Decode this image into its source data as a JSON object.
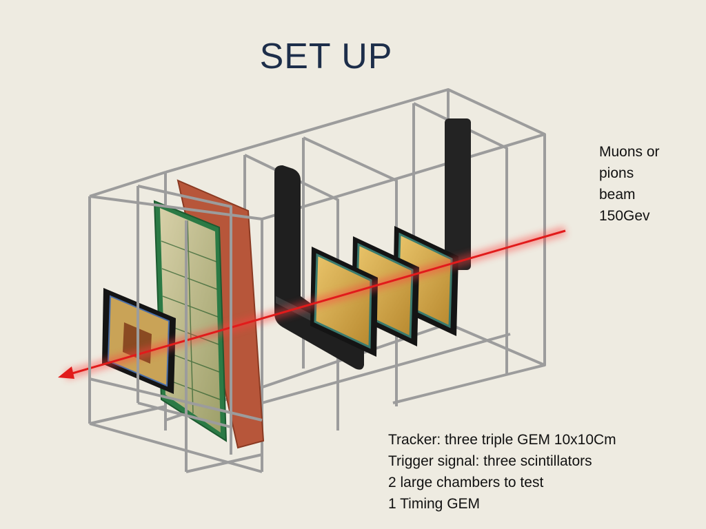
{
  "slide": {
    "title": "SET UP",
    "beam_label": [
      "Muons or",
      "pions",
      "beam",
      "150Gev"
    ],
    "description": [
      "Tracker: three triple GEM 10x10Cm",
      "Trigger signal: three scintillators",
      "2 large chambers to test",
      "1 Timing GEM"
    ]
  },
  "colors": {
    "background": "#eeebe1",
    "title": "#1d2e4a",
    "beam": "#e11b1b",
    "frame": "#a4a4a4",
    "chamber_copper": "#b7563a",
    "scintillator": "#222222"
  }
}
